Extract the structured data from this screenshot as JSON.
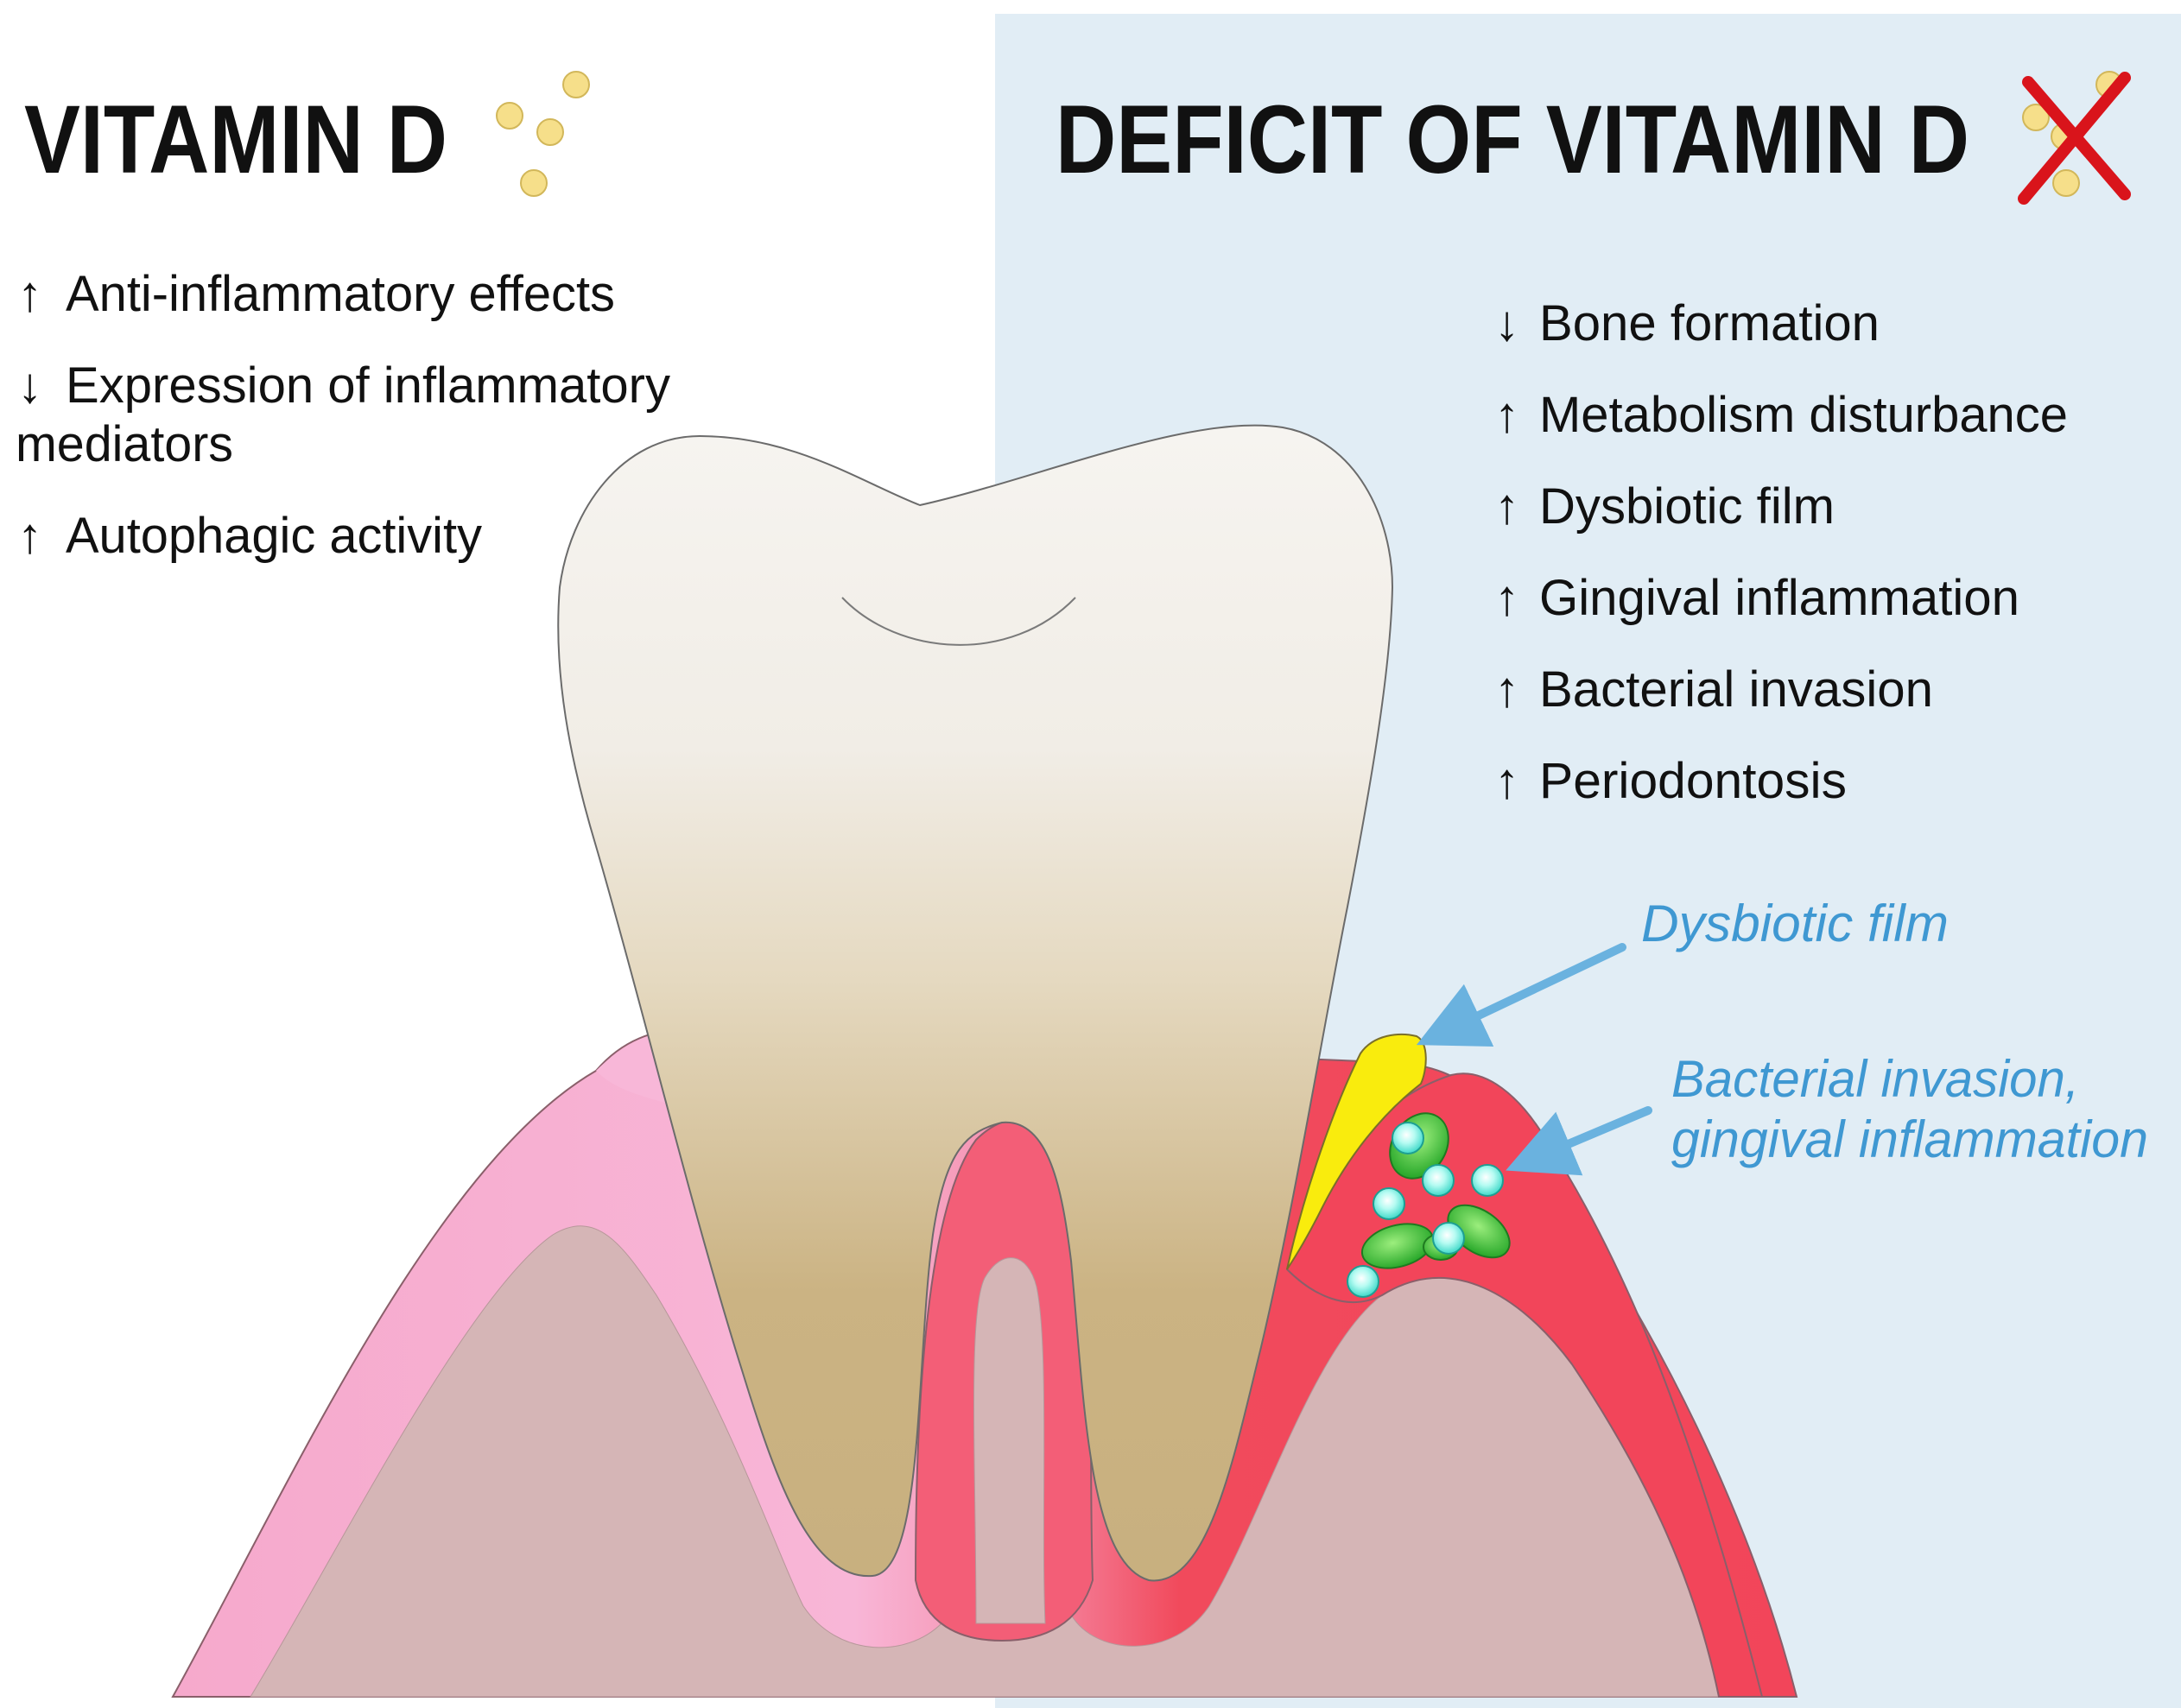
{
  "left_panel": {
    "title": "VITAMIN D",
    "effects": [
      {
        "arrow": "↑",
        "lines": [
          "Anti-inflammatory effects"
        ]
      },
      {
        "arrow": "↓",
        "lines": [
          "Expression of inflammatory",
          "mediators"
        ]
      },
      {
        "arrow": "↑",
        "lines": [
          "Autophagic activity"
        ]
      }
    ]
  },
  "right_panel": {
    "title": "DEFICIT OF VITAMIN D",
    "effects": [
      {
        "arrow": "↓",
        "label": "Bone formation"
      },
      {
        "arrow": "↑",
        "label": "Metabolism disturbance"
      },
      {
        "arrow": "↑",
        "label": "Dysbiotic film"
      },
      {
        "arrow": "↑",
        "label": "Gingival inflammation"
      },
      {
        "arrow": "↑",
        "label": "Bacterial invasion"
      },
      {
        "arrow": "↑",
        "label": "Periodontosis"
      }
    ]
  },
  "callouts": {
    "dysbiotic_film": "Dysbiotic film",
    "bacterial_invasion": [
      "Bacterial invasion,",
      "gingival inflammation"
    ]
  },
  "colors": {
    "right_panel_bg": "#e1edf5",
    "vitamin_dot": "#f6df8a",
    "cross": "#d9141b",
    "callout_text": "#3f98d2",
    "callout_arrow": "#6ab2df",
    "gum_healthy": "#f8b7d8",
    "gum_inflamed": "#f1475a",
    "bone": "#d5b5b6",
    "tooth_crown": "#f6f4f0",
    "tooth_root": "#cbb383",
    "plaque": "#f9ec0d",
    "bacteria": "#3ec63a",
    "cells": "#62f0e0"
  }
}
